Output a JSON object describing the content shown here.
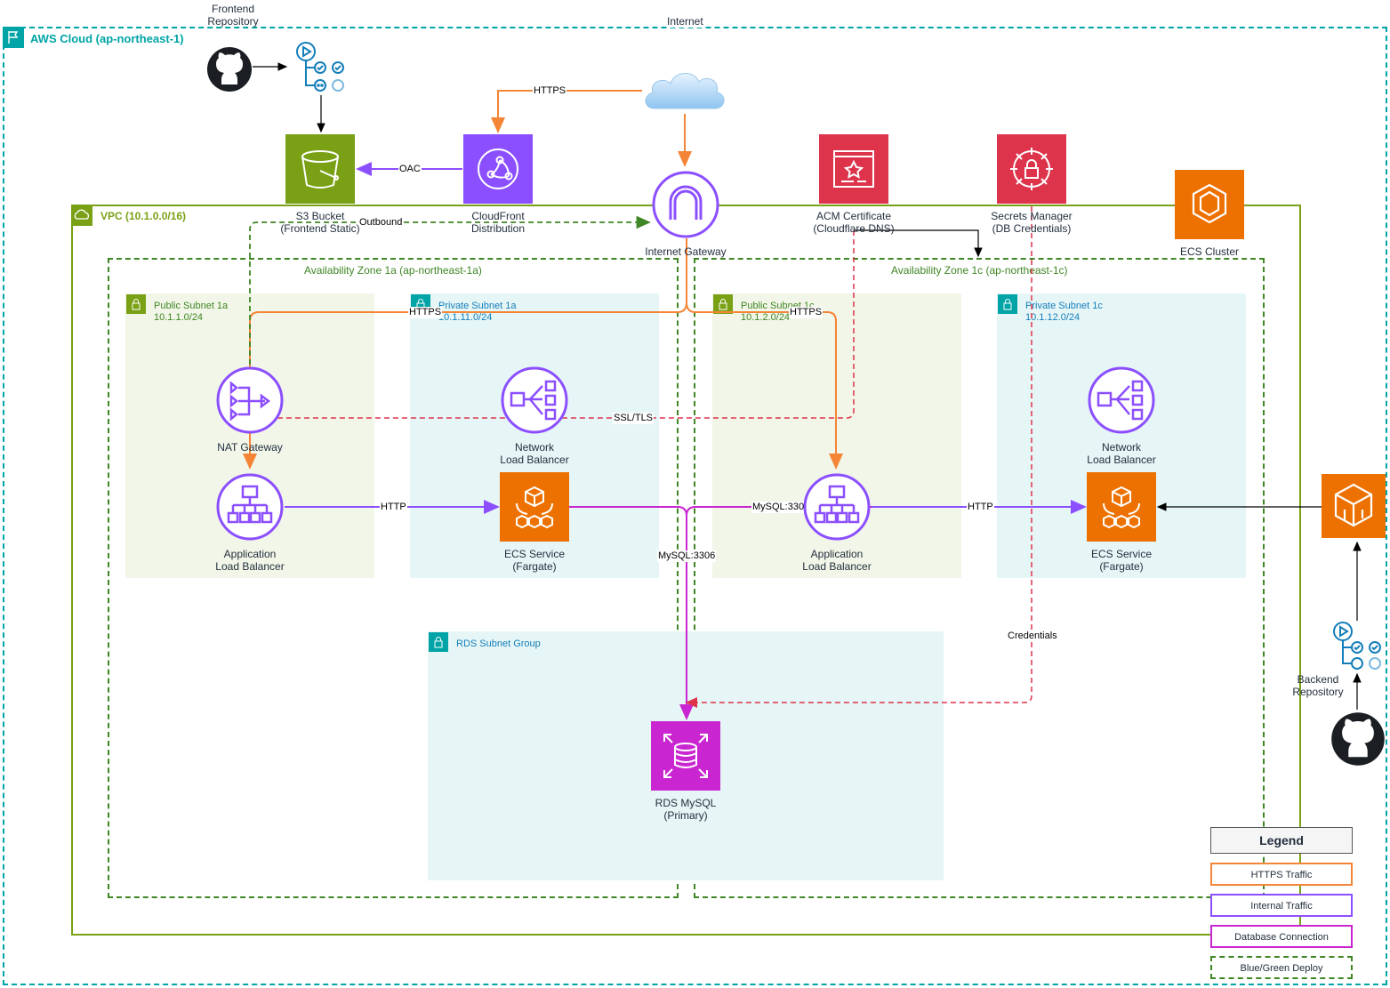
{
  "cloud": {
    "title": "AWS Cloud (ap-northeast-1)",
    "internet_label": "Internet"
  },
  "vpc": {
    "title": "VPC (10.1.0.0/16)"
  },
  "zones": [
    {
      "title": "Availability Zone 1a (ap-northeast-1a)"
    },
    {
      "title": "Availability Zone 1c (ap-northeast-1c)"
    }
  ],
  "subnets": {
    "public_1a": {
      "name": "Public Subnet 1a",
      "cidr": "10.1.1.0/24"
    },
    "private_1a": {
      "name": "Private Subnet 1a",
      "cidr": "10.1.11.0/24"
    },
    "public_1c": {
      "name": "Public Subnet 1c",
      "cidr": "10.1.2.0/24"
    },
    "private_1c": {
      "name": "Private Subnet 1c",
      "cidr": "10.1.12.0/24"
    },
    "rds_group": {
      "name": "RDS Subnet Group"
    }
  },
  "services": {
    "frontend_repo": {
      "line1": "Frontend",
      "line2": "Repository"
    },
    "backend_repo": {
      "line1": "Backend",
      "line2": "Repository"
    },
    "s3": {
      "line1": "S3 Bucket",
      "line2": "(Frontend Static)"
    },
    "cloudfront": {
      "line1": "CloudFront",
      "line2": "Distribution"
    },
    "igw": {
      "line1": "Internet Gateway"
    },
    "acm": {
      "line1": "ACM Certificate",
      "line2": "(Cloudflare DNS)"
    },
    "secrets": {
      "line1": "Secrets Manager",
      "line2": "(DB Credentials)"
    },
    "ecs_cluster": {
      "line1": "ECS Cluster"
    },
    "nat": {
      "line1": "NAT Gateway"
    },
    "nlb_1a": {
      "line1": "Network",
      "line2": "Load Balancer"
    },
    "nlb_1c": {
      "line1": "Network",
      "line2": "Load Balancer"
    },
    "alb_1a": {
      "line1": "Application",
      "line2": "Load Balancer"
    },
    "alb_1c": {
      "line1": "Application",
      "line2": "Load Balancer"
    },
    "ecs_1a": {
      "line1": "ECS Service",
      "line2": "(Fargate)"
    },
    "ecs_1c": {
      "line1": "ECS Service",
      "line2": "(Fargate)"
    },
    "rds": {
      "line1": "RDS MySQL",
      "line2": "(Primary)"
    }
  },
  "edges": {
    "https_top": "HTTPS",
    "oac": "OAC",
    "outbound": "Outbound",
    "https_1a": "HTTPS",
    "https_1c": "HTTPS",
    "ssl_tls": "SSL/TLS",
    "http_1a": "HTTP",
    "http_1c": "HTTP",
    "mysql_h": "MySQL:3306",
    "mysql_v": "MySQL:3306",
    "credentials": "Credentials"
  },
  "legend": {
    "title": "Legend",
    "items": [
      "HTTPS Traffic",
      "Internal Traffic",
      "Database Connection",
      "Blue/Green Deploy"
    ]
  },
  "colors": {
    "cloud_border": "#00a4a6",
    "vpc_border": "#7aa116",
    "az_border": "#3f8624",
    "public_fill": "#f2f6e8",
    "private_fill": "#e6f6f7",
    "https": "#f58536",
    "internal": "#8c4fff",
    "database": "#c925d1",
    "deploy": "#3f8624",
    "credentials": "#dd344c",
    "orange_svc": "#ed7100",
    "green_svc": "#7aa116",
    "red_svc": "#dd344c",
    "purple_svc": "#8c4fff",
    "magenta_svc": "#c925d1"
  }
}
